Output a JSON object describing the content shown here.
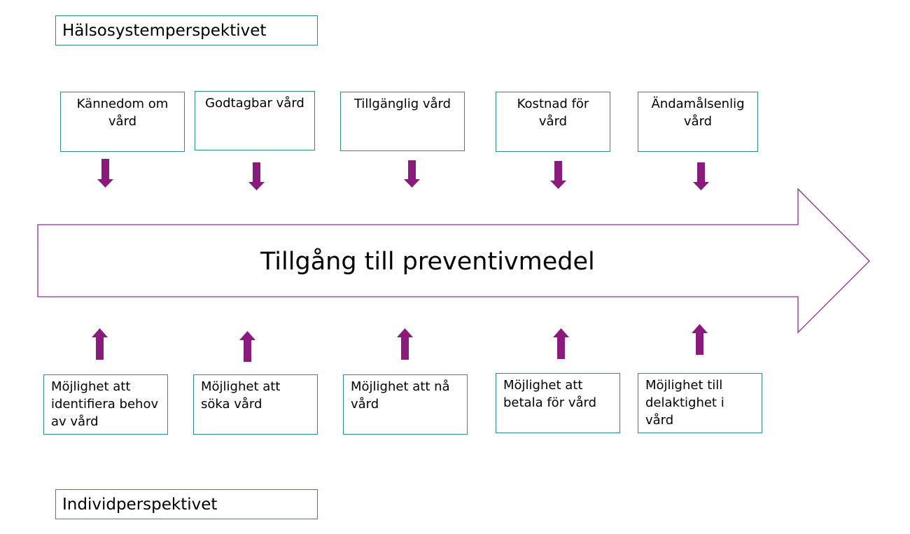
{
  "header_top": "Hälsosystemperspektivet",
  "header_bottom": "Individperspektivet",
  "main_label": "Tillgång till preventivmedel",
  "colors": {
    "box_border": "#2e8b8b",
    "arrow_fill": "#8b1a7d",
    "big_arrow_stroke": "#8e2d8f"
  },
  "top_boxes": [
    "Kännedom om\nvård",
    "Godtagbar vård",
    "Tillgänglig vård",
    "Kostnad för\nvård",
    "Ändamålsenlig\nvård"
  ],
  "bottom_boxes": [
    "Möjlighet att\nidentifiera behov\nav vård",
    "Möjlighet att\nsöka vård",
    "Möjlighet att nå\nvård",
    "Möjlighet att\nbetala för vård",
    "Möjlighet till\ndelaktighet i\nvård"
  ]
}
